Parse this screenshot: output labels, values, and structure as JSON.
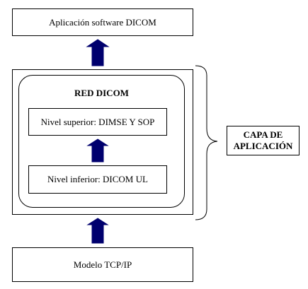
{
  "diagram": {
    "top_box": "Aplicación software DICOM",
    "network_title": "RED DICOM",
    "upper_level": "Nivel superior: DIMSE Y SOP",
    "lower_level": "Nivel inferior: DICOM UL",
    "bottom_box": "Modelo TCP/IP",
    "layer_label_line1": "CAPA DE",
    "layer_label_line2": "APLICACIÓN"
  },
  "colors": {
    "arrow_fill": "#00006e",
    "border": "#000000"
  }
}
